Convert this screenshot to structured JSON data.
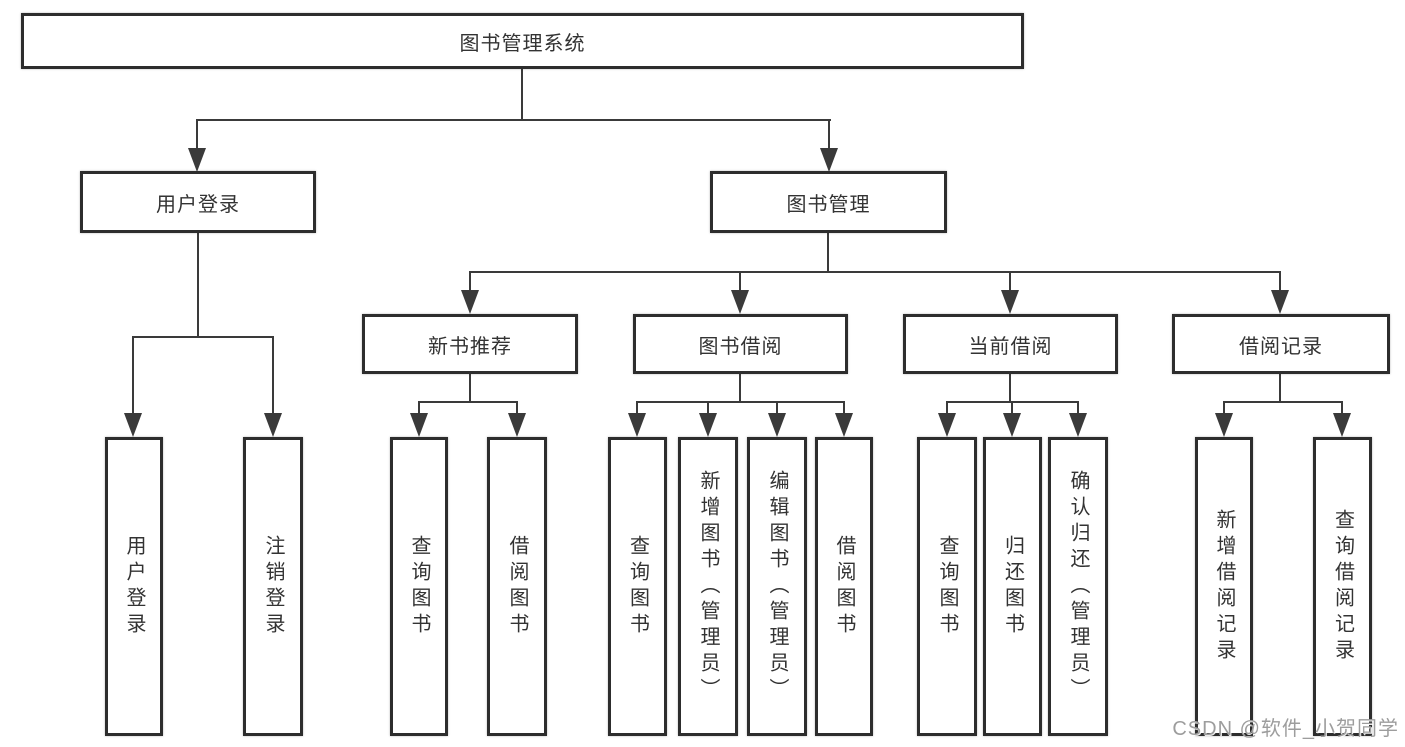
{
  "diagram": {
    "root": "图书管理系统",
    "level2": [
      "用户登录",
      "图书管理"
    ],
    "level3": [
      "新书推荐",
      "图书借阅",
      "当前借阅",
      "借阅记录"
    ],
    "leaves": {
      "user_login": [
        "用户登录",
        "注销登录"
      ],
      "new_book_recommend": [
        "查询图书",
        "借阅图书"
      ],
      "book_borrow": [
        "查询图书",
        "新增图书（管理员）",
        "编辑图书（管理员）",
        "借阅图书"
      ],
      "current_borrow": [
        "查询图书",
        "归还图书",
        "确认归还（管理员）"
      ],
      "borrow_records": [
        "新增借阅记录",
        "查询借阅记录"
      ]
    }
  },
  "watermark": "CSDN @软件_小贺同学",
  "colors": {
    "line": "#3a3a3a",
    "box_border": "#2d2d2d",
    "text": "#333333",
    "watermark": "#9d9d9d",
    "background": "#ffffff"
  }
}
